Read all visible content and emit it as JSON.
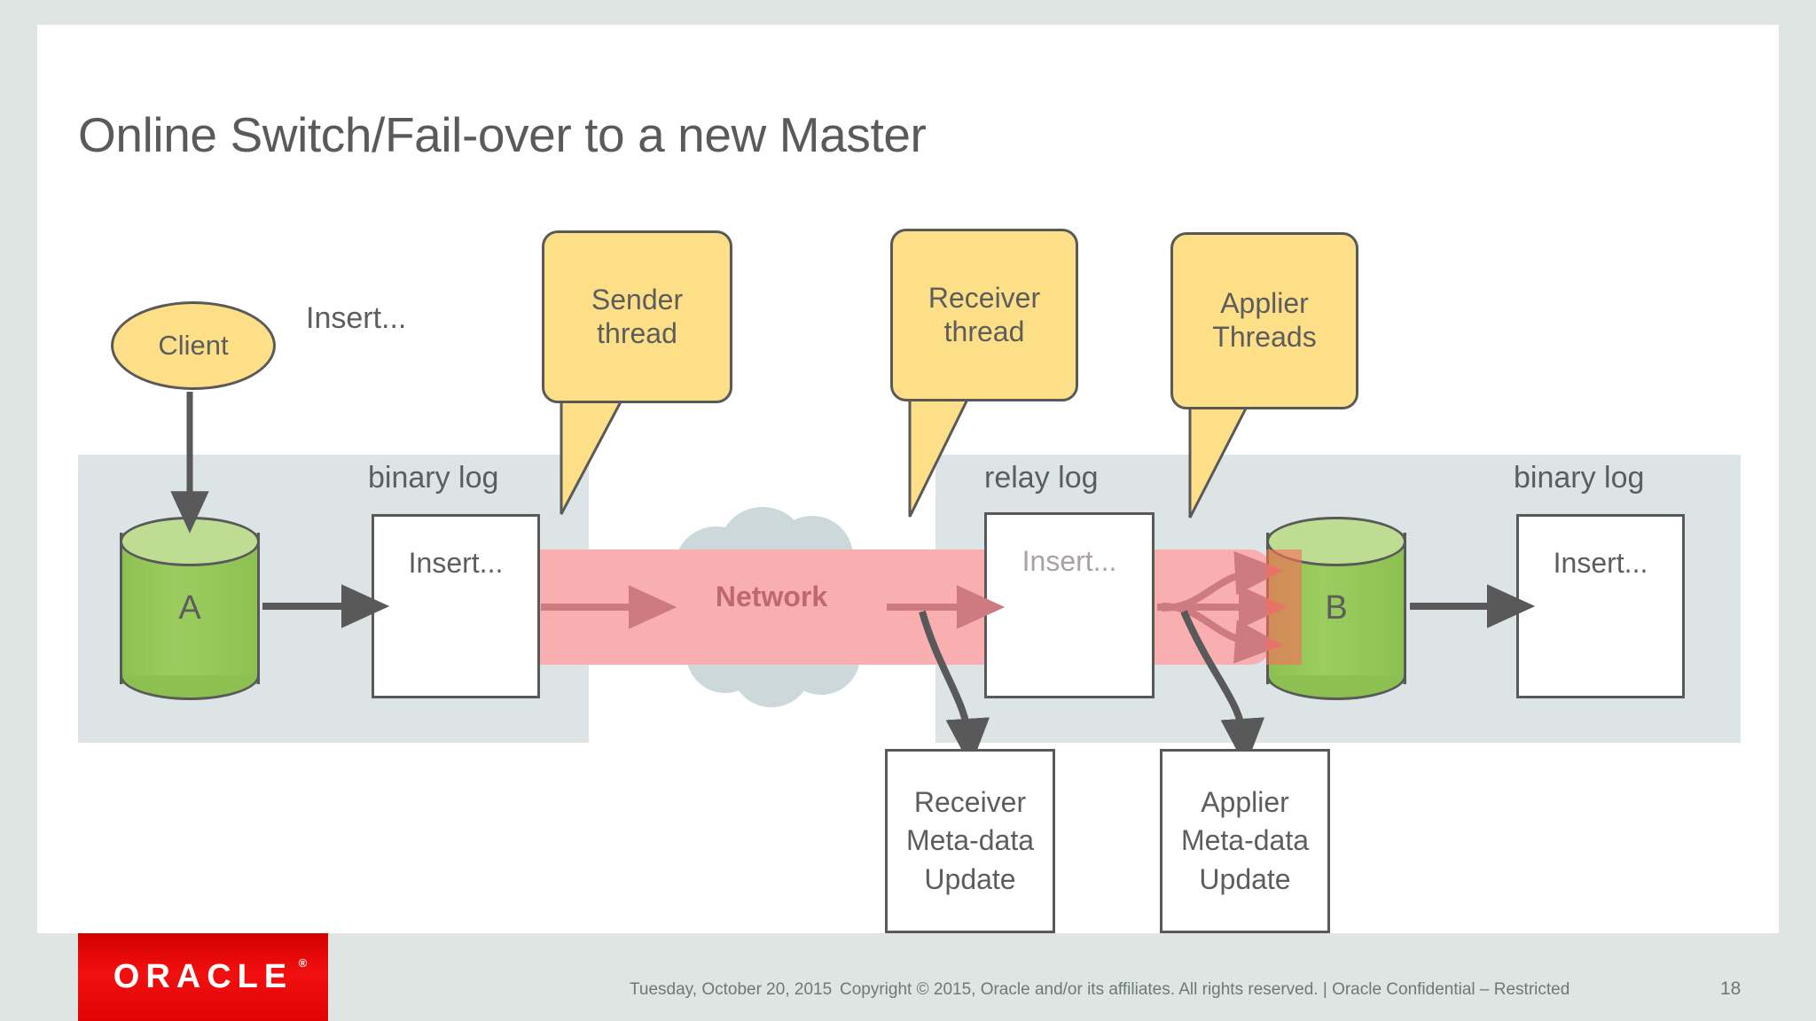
{
  "slide": {
    "title": "Online Switch/Fail-over to a new Master",
    "page_number": "18"
  },
  "diagram": {
    "client_label": "Client",
    "insert_top_label": "Insert...",
    "network_label": "Network",
    "source_db_label": "A",
    "target_db_label": "B",
    "binary_log_left_label": "binary log",
    "relay_log_label": "relay log",
    "binary_log_right_label": "binary log",
    "binary_log_left_entry": "Insert...",
    "relay_log_entry": "Insert...",
    "binary_log_right_entry": "Insert...",
    "callouts": [
      {
        "name": "sender",
        "line1": "Sender",
        "line2": "thread"
      },
      {
        "name": "receiver",
        "line1": "Receiver",
        "line2": "thread"
      },
      {
        "name": "applier",
        "line1": "Applier",
        "line2": "Threads"
      }
    ],
    "meta_boxes": [
      {
        "name": "receiver-meta",
        "line1": "Receiver",
        "line2": "Meta-data",
        "line3": "Update"
      },
      {
        "name": "applier-meta",
        "line1": "Applier",
        "line2": "Meta-data",
        "line3": "Update"
      }
    ]
  },
  "footer": {
    "date": "Tuesday, October 20, 2015",
    "copyright": "Copyright © 2015, Oracle and/or its affiliates. All rights reserved.  |  Oracle Confidential – Restricted",
    "logo_text": "ORACLE",
    "logo_registered": "®"
  },
  "colors": {
    "title_text": "#5a5a5a",
    "callout_fill": "#fcdf87",
    "db_green": "#8cc152",
    "band_grey": "#dde4e6",
    "replication_pink": "#f9aeb0",
    "cloud_grey": "#ccd8da",
    "oracle_red": "#e00505",
    "slide_bg": "#dfe5e3"
  }
}
